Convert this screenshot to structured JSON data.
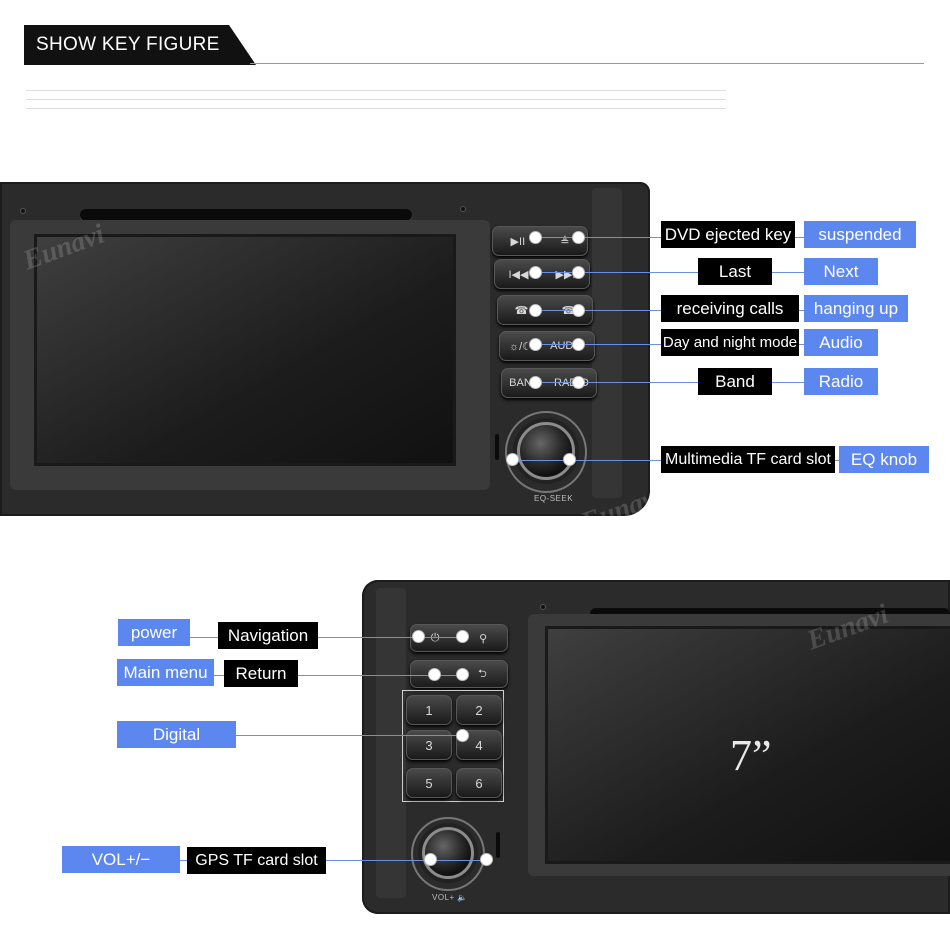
{
  "header": {
    "title": "SHOW KEY FIGURE"
  },
  "brand": {
    "watermark": "Eunavi"
  },
  "top_unit": {
    "buttons": [
      {
        "left": "▶II",
        "right": "≜"
      },
      {
        "left": "I◀◀",
        "right": "▶▶I"
      },
      {
        "left": "☎",
        "right": "☎"
      },
      {
        "left": "☼/☾",
        "right": "AUDIO"
      },
      {
        "left": "BAND",
        "right": "RADIO"
      }
    ],
    "knob_label": "EQ-SEEK"
  },
  "bottom_unit": {
    "row1": [
      "⏻",
      "⚲"
    ],
    "row2": [
      "⌂",
      "⮌"
    ],
    "digits": [
      "1",
      "2",
      "3",
      "4",
      "5",
      "6"
    ],
    "knob_label": "VOL+ 🔈",
    "screen_size": "7”"
  },
  "callouts": {
    "dvd_ejected_key": "DVD ejected key",
    "suspended": "suspended",
    "last": "Last",
    "next": "Next",
    "receiving_calls": "receiving calls",
    "hanging_up": "hanging up",
    "day_night_mode": "Day and night mode",
    "audio": "Audio",
    "band": "Band",
    "radio": "Radio",
    "multimedia_tf": "Multimedia TF card slot",
    "eq_knob": "EQ knob",
    "power": "power",
    "navigation": "Navigation",
    "main_menu": "Main menu",
    "return": "Return",
    "digital": "Digital",
    "vol": "VOL+/−",
    "gps_tf": "GPS TF card slot"
  },
  "colors": {
    "dark_label": "#000000",
    "blue_label": "#5b87ee",
    "device": "#2b2b2b"
  }
}
